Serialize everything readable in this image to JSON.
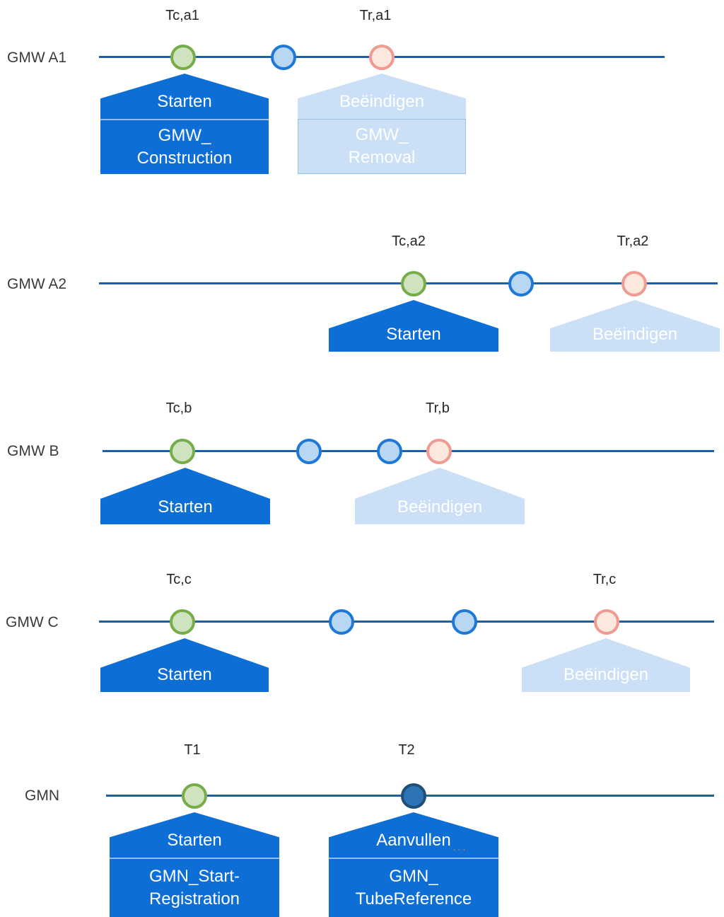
{
  "colors": {
    "line": "#1e5fa8",
    "green_fill": "#cfe3c0",
    "green_border": "#76ad48",
    "blue_fill": "#b7d7f2",
    "blue_border": "#1e78d9",
    "pink_fill": "#fce8dd",
    "pink_border": "#f09a92",
    "dark_marker_fill": "#2e74b5",
    "dark_marker_border": "#1f4e79",
    "callout_dark": "#0d6ed6",
    "callout_light": "#cbdff7",
    "callout_light_border": "#9cc3e5"
  },
  "rows": {
    "a1": {
      "label": "GMW A1",
      "t_construction": "Tc,a1",
      "t_removal": "Tr,a1",
      "start": "Starten",
      "end": "Beëindigen",
      "start_doc1": "GMW_",
      "start_doc2": "Construction",
      "end_doc1": "GMW_",
      "end_doc2": "Removal"
    },
    "a2": {
      "label": "GMW A2",
      "t_construction": "Tc,a2",
      "t_removal": "Tr,a2",
      "start": "Starten",
      "end": "Beëindigen"
    },
    "b": {
      "label": "GMW B",
      "t_construction": "Tc,b",
      "t_removal": "Tr,b",
      "start": "Starten",
      "end": "Beëindigen"
    },
    "c": {
      "label": "GMW C",
      "t_construction": "Tc,c",
      "t_removal": "Tr,c",
      "start": "Starten",
      "end": "Beëindigen"
    },
    "gmn": {
      "label": "GMN",
      "t1": "T1",
      "t2": "T2",
      "start": "Starten",
      "start_doc1": "GMN_Start-",
      "start_doc2": "Registration",
      "supplement": "Aanvullen",
      "supplement_more": "...",
      "supplement_doc1": "GMN_",
      "supplement_doc2": "TubeReference"
    }
  }
}
